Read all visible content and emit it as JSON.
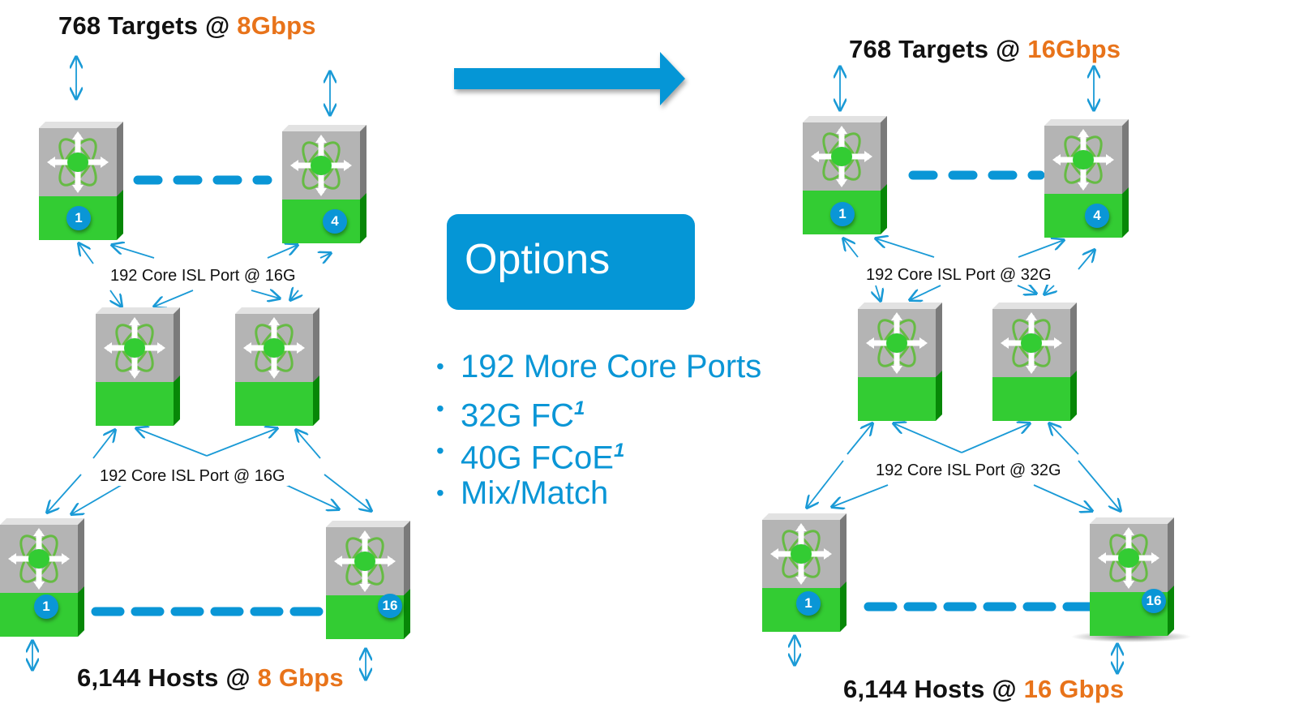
{
  "colors": {
    "accent_blue": "#0596d6",
    "highlight_orange": "#e8731a",
    "switch_green": "#33cc33",
    "switch_grey": "#b4b4b4"
  },
  "before": {
    "targets": {
      "prefix": "768 Targets @ ",
      "speed": "8Gbps"
    },
    "hosts": {
      "prefix": "6,144 Hosts @ ",
      "speed": "8 Gbps"
    },
    "isl_upper": "192 Core ISL Port @ 16G",
    "isl_lower": "192 Core ISL Port @ 16G",
    "switches": {
      "target_first": "1",
      "target_last": "4",
      "host_first": "1",
      "host_last": "16"
    }
  },
  "after": {
    "targets": {
      "prefix": "768 Targets @ ",
      "speed": "16Gbps"
    },
    "hosts": {
      "prefix": "6,144 Hosts @ ",
      "speed": "16 Gbps"
    },
    "isl_upper": "192 Core ISL Port @ 32G",
    "isl_lower": "192 Core ISL Port @ 32G",
    "switches": {
      "target_first": "1",
      "target_last": "4",
      "host_first": "1",
      "host_last": "16"
    }
  },
  "transition_arrow": "right-arrow-icon",
  "options": {
    "heading": "Options",
    "items": [
      {
        "text": "192 More Core Ports",
        "footnote": ""
      },
      {
        "text": "32G FC",
        "footnote": "1"
      },
      {
        "text": "40G FCoE",
        "footnote": "1"
      },
      {
        "text": "Mix/Match",
        "footnote": ""
      }
    ]
  }
}
